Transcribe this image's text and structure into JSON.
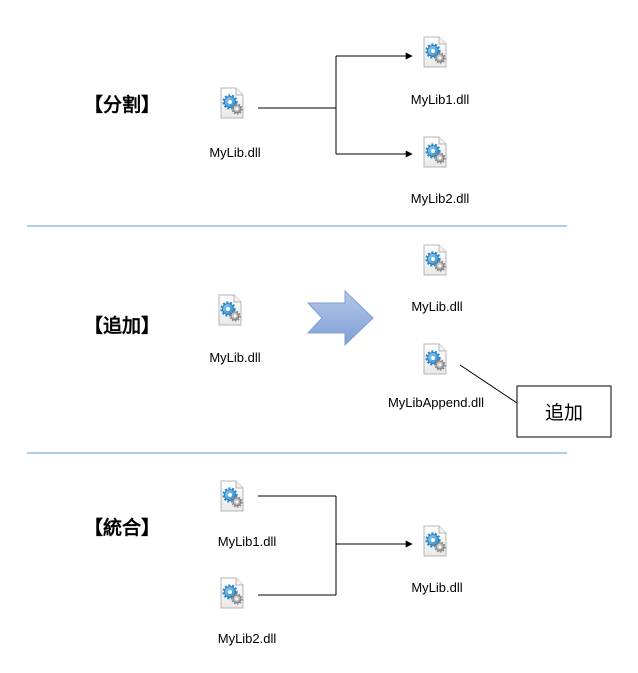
{
  "sections": {
    "split": {
      "title": "【分割】",
      "source": "MyLib.dll",
      "outputs": [
        "MyLib1.dll",
        "MyLib2.dll"
      ]
    },
    "append": {
      "title": "【追加】",
      "source": "MyLib.dll",
      "outputs": [
        "MyLib.dll",
        "MyLibAppend.dll"
      ],
      "callout": "追加"
    },
    "merge": {
      "title": "【統合】",
      "sources": [
        "MyLib1.dll",
        "MyLib2.dll"
      ],
      "output": "MyLib.dll"
    }
  },
  "colors": {
    "divider": "#5b9bd5",
    "arrow_fill": "#8ea9db",
    "line": "#000000"
  },
  "icons": {
    "file": "dll-gear-file-icon"
  }
}
